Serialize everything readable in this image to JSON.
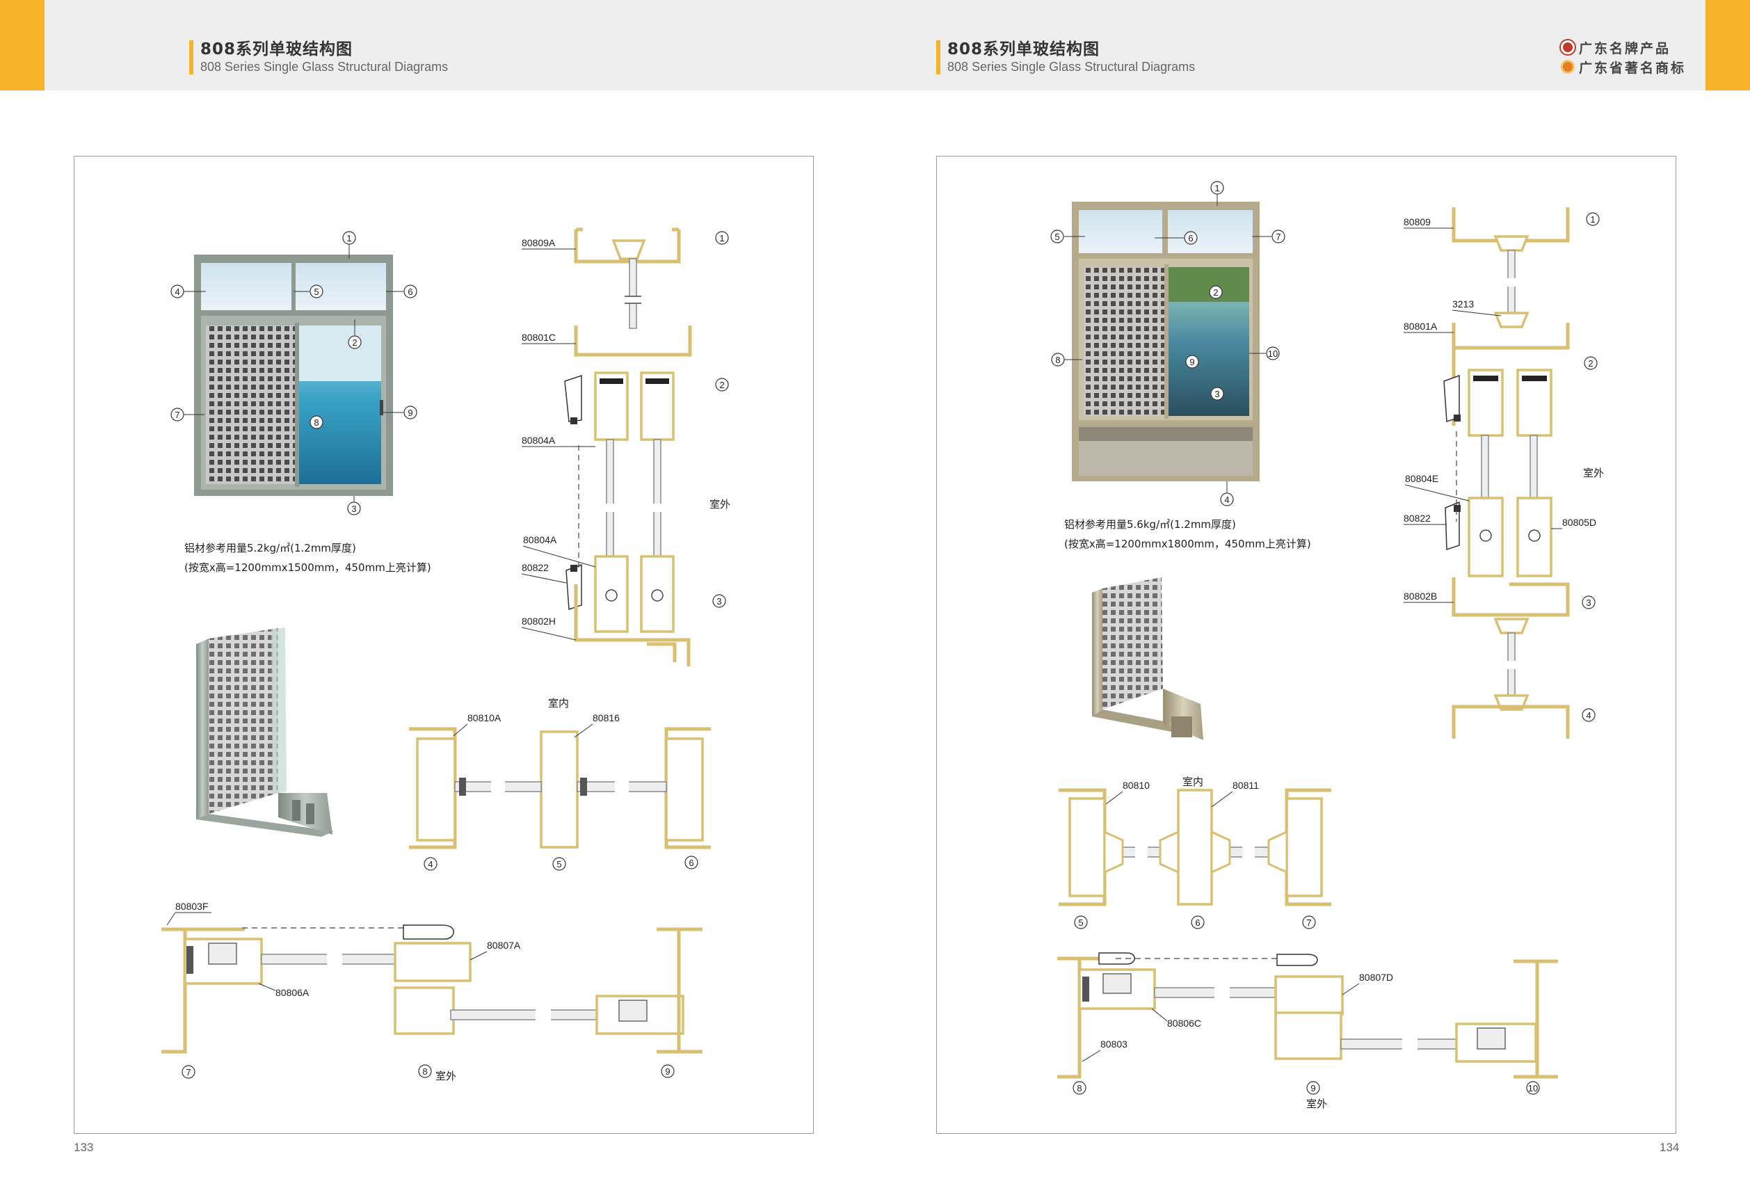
{
  "header": {
    "left": {
      "title_cn": "808系列单玻结构图",
      "title_en": "808 Series Single Glass Structural Diagrams"
    },
    "right": {
      "title_cn": "808系列单玻结构图",
      "title_en": "808 Series Single Glass Structural Diagrams"
    },
    "badges": [
      {
        "text": "广东名牌产品",
        "icon": "guangdong-brand-icon",
        "color": "#c0392b"
      },
      {
        "text": "广东省著名商标",
        "icon": "famous-trademark-icon",
        "color": "#e67e22"
      }
    ]
  },
  "colors": {
    "accent": "#f6b22b",
    "profile_gold": "#d8bf71",
    "window_frame_left": "#8e9a91",
    "window_frame_right": "#b5ab8c"
  },
  "left_page": {
    "page_number": "133",
    "window_callouts": [
      "①",
      "②",
      "③",
      "④",
      "⑤",
      "⑥",
      "⑦",
      "⑧",
      "⑨"
    ],
    "material_note": [
      "铝材参考用量5.2kg/㎡(1.2mm厚度)",
      "(按宽x高=1200mmx1500mm，450mm上亮计算)"
    ],
    "vertical_section": {
      "labels": [
        "80809A",
        "80801C",
        "80804A",
        "80804A",
        "80822",
        "80802H"
      ],
      "callouts": [
        "①",
        "②",
        "③"
      ],
      "outdoor": "室外"
    },
    "transom_section": {
      "labels": [
        "80810A",
        "80816"
      ],
      "indoor": "室内",
      "callouts": [
        "④",
        "⑤",
        "⑥"
      ]
    },
    "horizontal_section": {
      "labels": [
        "80803F",
        "80807A",
        "80806A"
      ],
      "callouts": [
        "⑦",
        "⑧",
        "⑨"
      ],
      "outdoor": "室外"
    }
  },
  "right_page": {
    "page_number": "134",
    "window_callouts": [
      "①",
      "②",
      "③",
      "④",
      "⑤",
      "⑥",
      "⑦",
      "⑧",
      "⑨",
      "⑩"
    ],
    "material_note": [
      "铝材参考用量5.6kg/㎡(1.2mm厚度)",
      "(按宽x高=1200mmx1800mm，450mm上亮计算)"
    ],
    "vertical_section": {
      "labels": [
        "80809",
        "3213",
        "80801A",
        "80804E",
        "80822",
        "80805D",
        "80802B"
      ],
      "callouts": [
        "①",
        "②",
        "③",
        "④"
      ],
      "outdoor": "室外"
    },
    "transom_section": {
      "labels": [
        "80810",
        "80811"
      ],
      "indoor": "室内",
      "callouts": [
        "⑤",
        "⑥",
        "⑦"
      ]
    },
    "horizontal_section": {
      "labels": [
        "80807D",
        "80806C",
        "80803"
      ],
      "callouts": [
        "⑧",
        "⑨",
        "⑩"
      ],
      "outdoor": "室外"
    }
  }
}
